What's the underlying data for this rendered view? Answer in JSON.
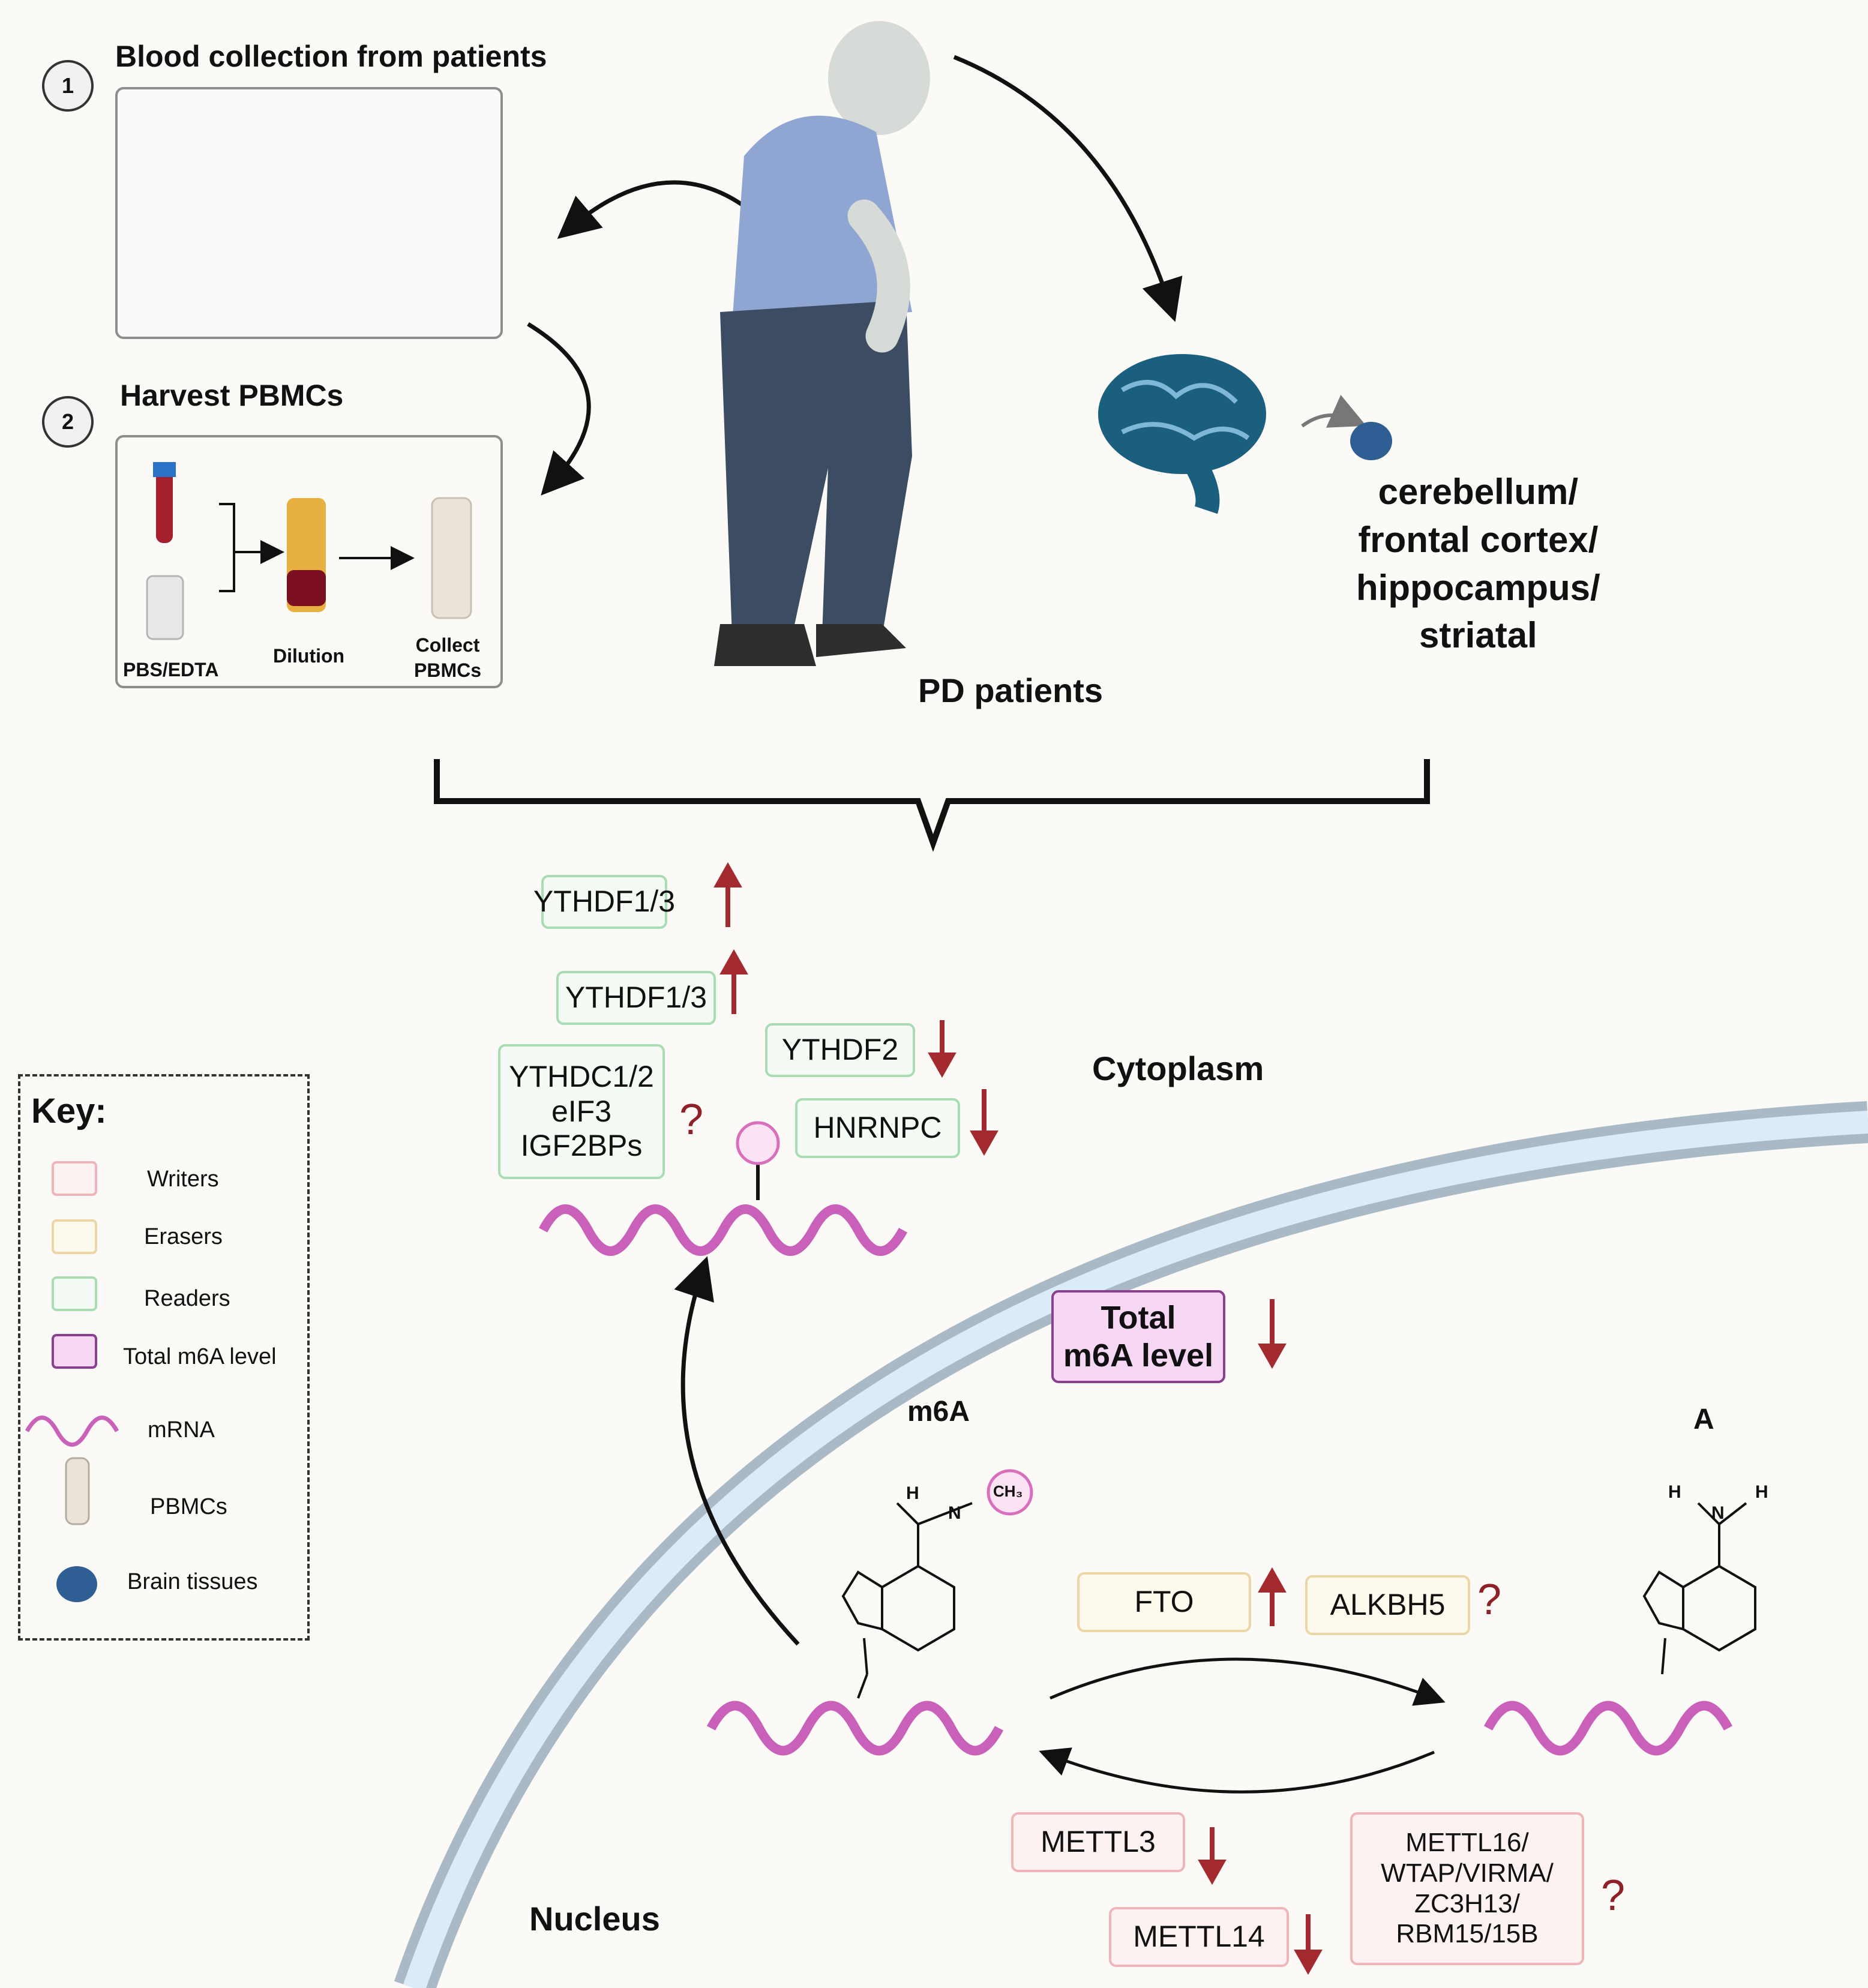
{
  "steps": {
    "step1": {
      "number": "1",
      "title": "Blood collection from patients"
    },
    "step2": {
      "number": "2",
      "title": "Harvest PBMCs"
    },
    "pbs_label": "PBS/EDTA",
    "dilution_label": "Dilution",
    "collect_label": "Collect\nPBMCs"
  },
  "patients_label": "PD patients",
  "brain_regions": "cerebellum/\nfrontal cortex/\nhippocampus/\nstriatal",
  "compartments": {
    "cytoplasm": "Cytoplasm",
    "nucleus": "Nucleus"
  },
  "readers": {
    "ythdf13_top": "YTHDF1/3",
    "ythdf13_mid": "YTHDF1/3",
    "ythdf2": "YTHDF2",
    "hnrnpc": "HNRNPC",
    "others": "YTHDC1/2\neIF3\nIGF2BPs"
  },
  "total_m6a": "Total\nm6A level",
  "erasers": {
    "fto": "FTO",
    "alkbh5": "ALKBH5"
  },
  "writers": {
    "mettl3": "METTL3",
    "mettl14": "METTL14",
    "others": "METTL16/\nWTAP/VIRMA/\nZC3H13/\nRBM15/15B"
  },
  "molecules": {
    "m6a_label": "m6A",
    "a_label": "A",
    "methyl_group": "CH₃",
    "hydrogen": "H",
    "nitrogen": "N"
  },
  "question_mark": "?",
  "key": {
    "title": "Key:",
    "writers": "Writers",
    "erasers": "Erasers",
    "readers": "Readers",
    "total": "Total m6A level",
    "mrna": "mRNA",
    "pbmcs": "PBMCs",
    "brain": "Brain tissues"
  },
  "colors": {
    "up_down_arrow": "#a32a2f",
    "mrna": "#c960b9",
    "membrane": "#a9bac6",
    "membrane_inner": "#d9ecf8",
    "brain": "#1b5f7e",
    "reader_border": "#a9dcb2",
    "writer_border": "#efb5b9",
    "eraser_border": "#ecd6a6",
    "total_fill": "#f6d8f5"
  }
}
